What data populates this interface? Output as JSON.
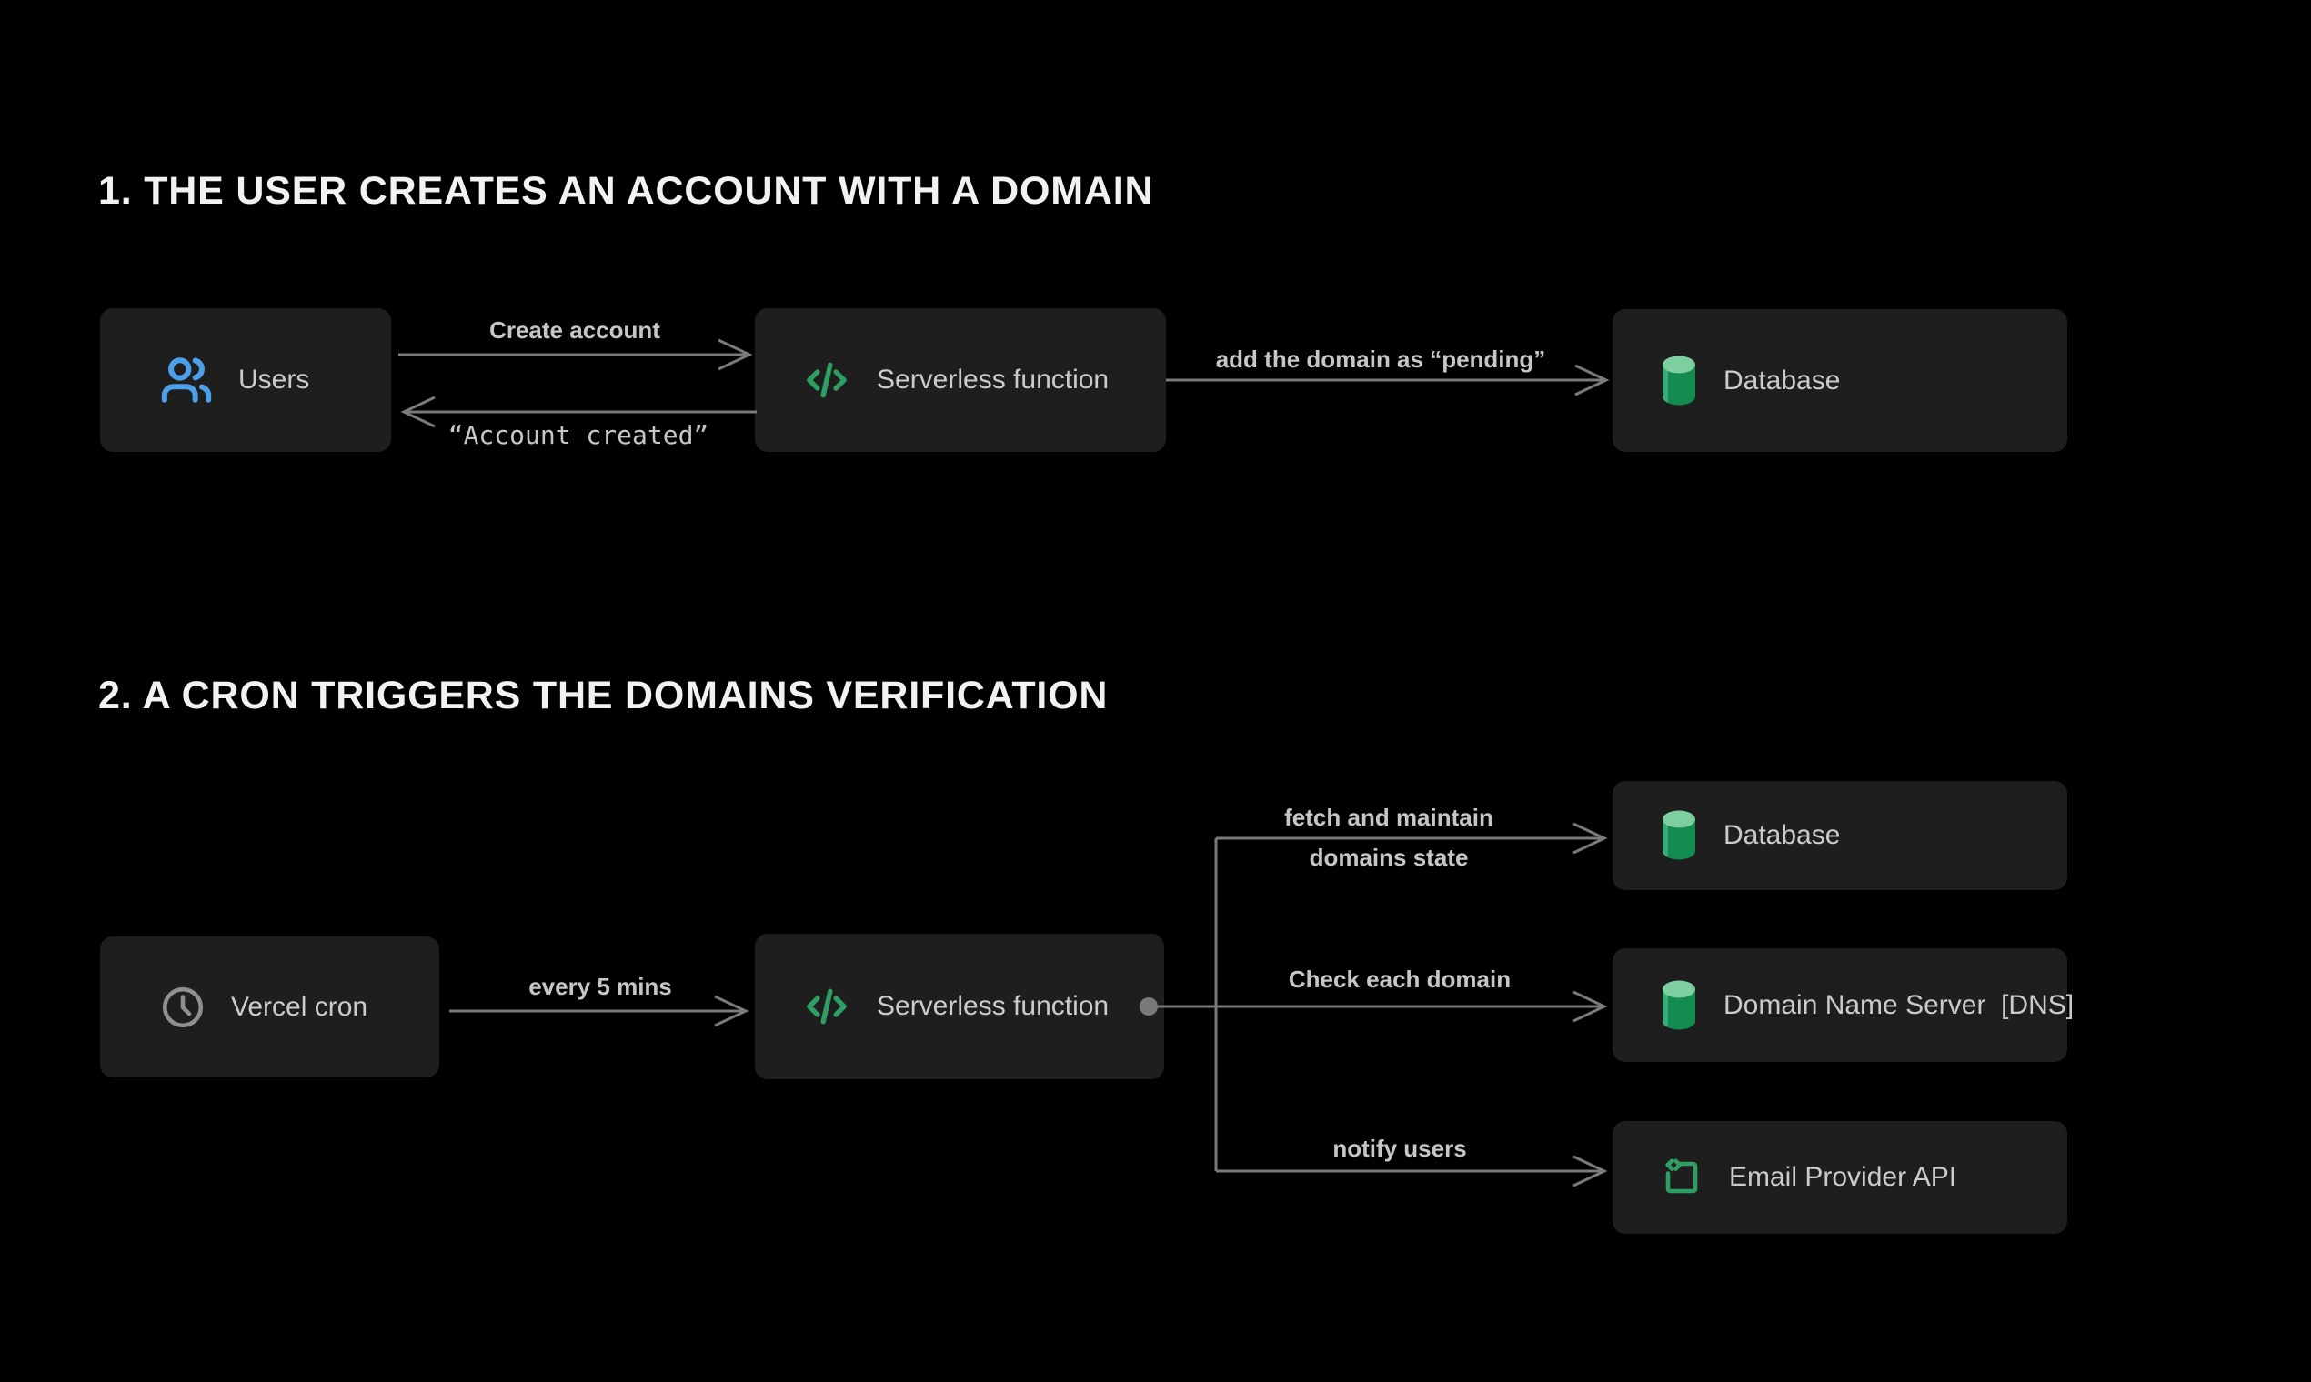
{
  "section1": {
    "title": "1. THE USER CREATES AN ACCOUNT WITH A DOMAIN",
    "users_label": "Users",
    "serverless_label": "Serverless function",
    "database_label": "Database",
    "edge_create_account": "Create account",
    "edge_account_created": "“Account created”",
    "edge_add_domain": "add the domain as “pending”"
  },
  "section2": {
    "title": "2. A CRON TRIGGERS THE DOMAINS VERIFICATION",
    "cron_label": "Vercel cron",
    "serverless_label": "Serverless function",
    "database_label": "Database",
    "dns_label": "Domain Name Server  [DNS]",
    "email_label": "Email Provider API",
    "edge_every_5_mins": "every 5 mins",
    "edge_fetch_line1": "fetch and maintain",
    "edge_fetch_line2": "domains state",
    "edge_check_domain": "Check each domain",
    "edge_notify_users": "notify users"
  },
  "icons": {
    "users": "users-people-icon",
    "serverless": "code-brackets-icon",
    "database": "database-cylinder-icon",
    "cron": "clock-icon",
    "email_api": "api-code-frame-icon"
  },
  "colors": {
    "background": "#000000",
    "node_background": "#1e1e1e",
    "node_text": "#cbcbcb",
    "title_text": "#f2f2f2",
    "connector": "#7a7a7a",
    "connector_label": "#c6c6c6",
    "icon_blue": "#4d9fea",
    "icon_green": "#2e9e63",
    "database_top": "#7ecfa0",
    "database_body": "#128a50",
    "icon_gray": "#8f8f8f"
  }
}
